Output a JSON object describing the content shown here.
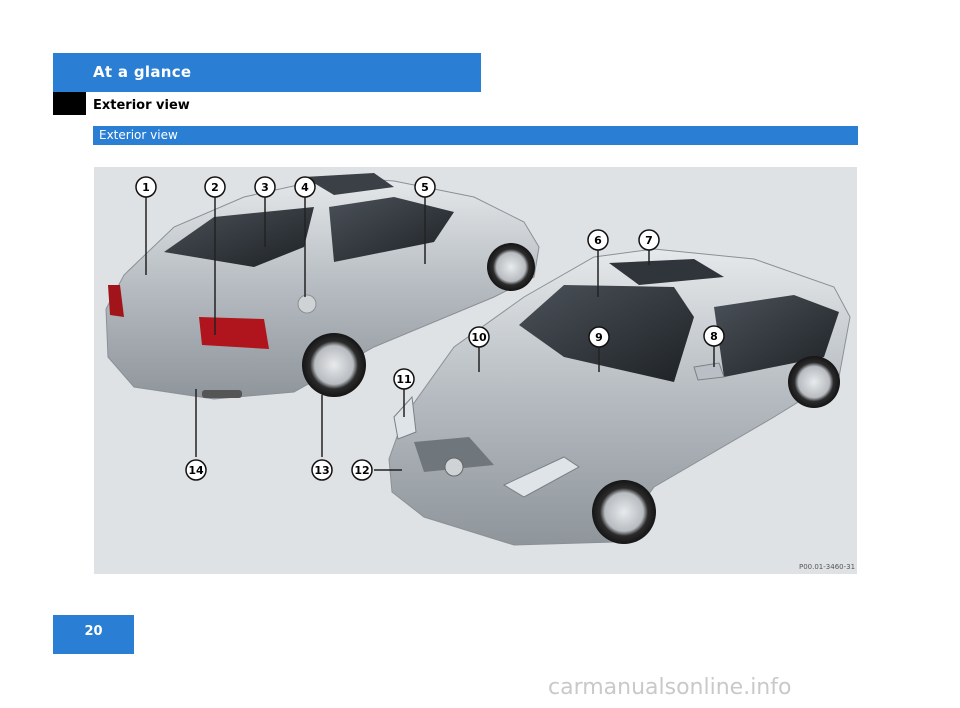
{
  "header": {
    "section_title": "At a glance",
    "page_heading": "Exterior view",
    "subsection_title": "Exterior view"
  },
  "figure": {
    "image_code": "P00.01-3460-31",
    "callouts": [
      "1",
      "2",
      "3",
      "4",
      "5",
      "6",
      "7",
      "8",
      "9",
      "10",
      "11",
      "12",
      "13",
      "14"
    ]
  },
  "footer": {
    "page_number": "20",
    "watermark": "carmanualsonline.info"
  },
  "colors": {
    "accent": "#2a7fd4",
    "tab": "#000000",
    "illustration_bg": "#dfe2e4"
  }
}
